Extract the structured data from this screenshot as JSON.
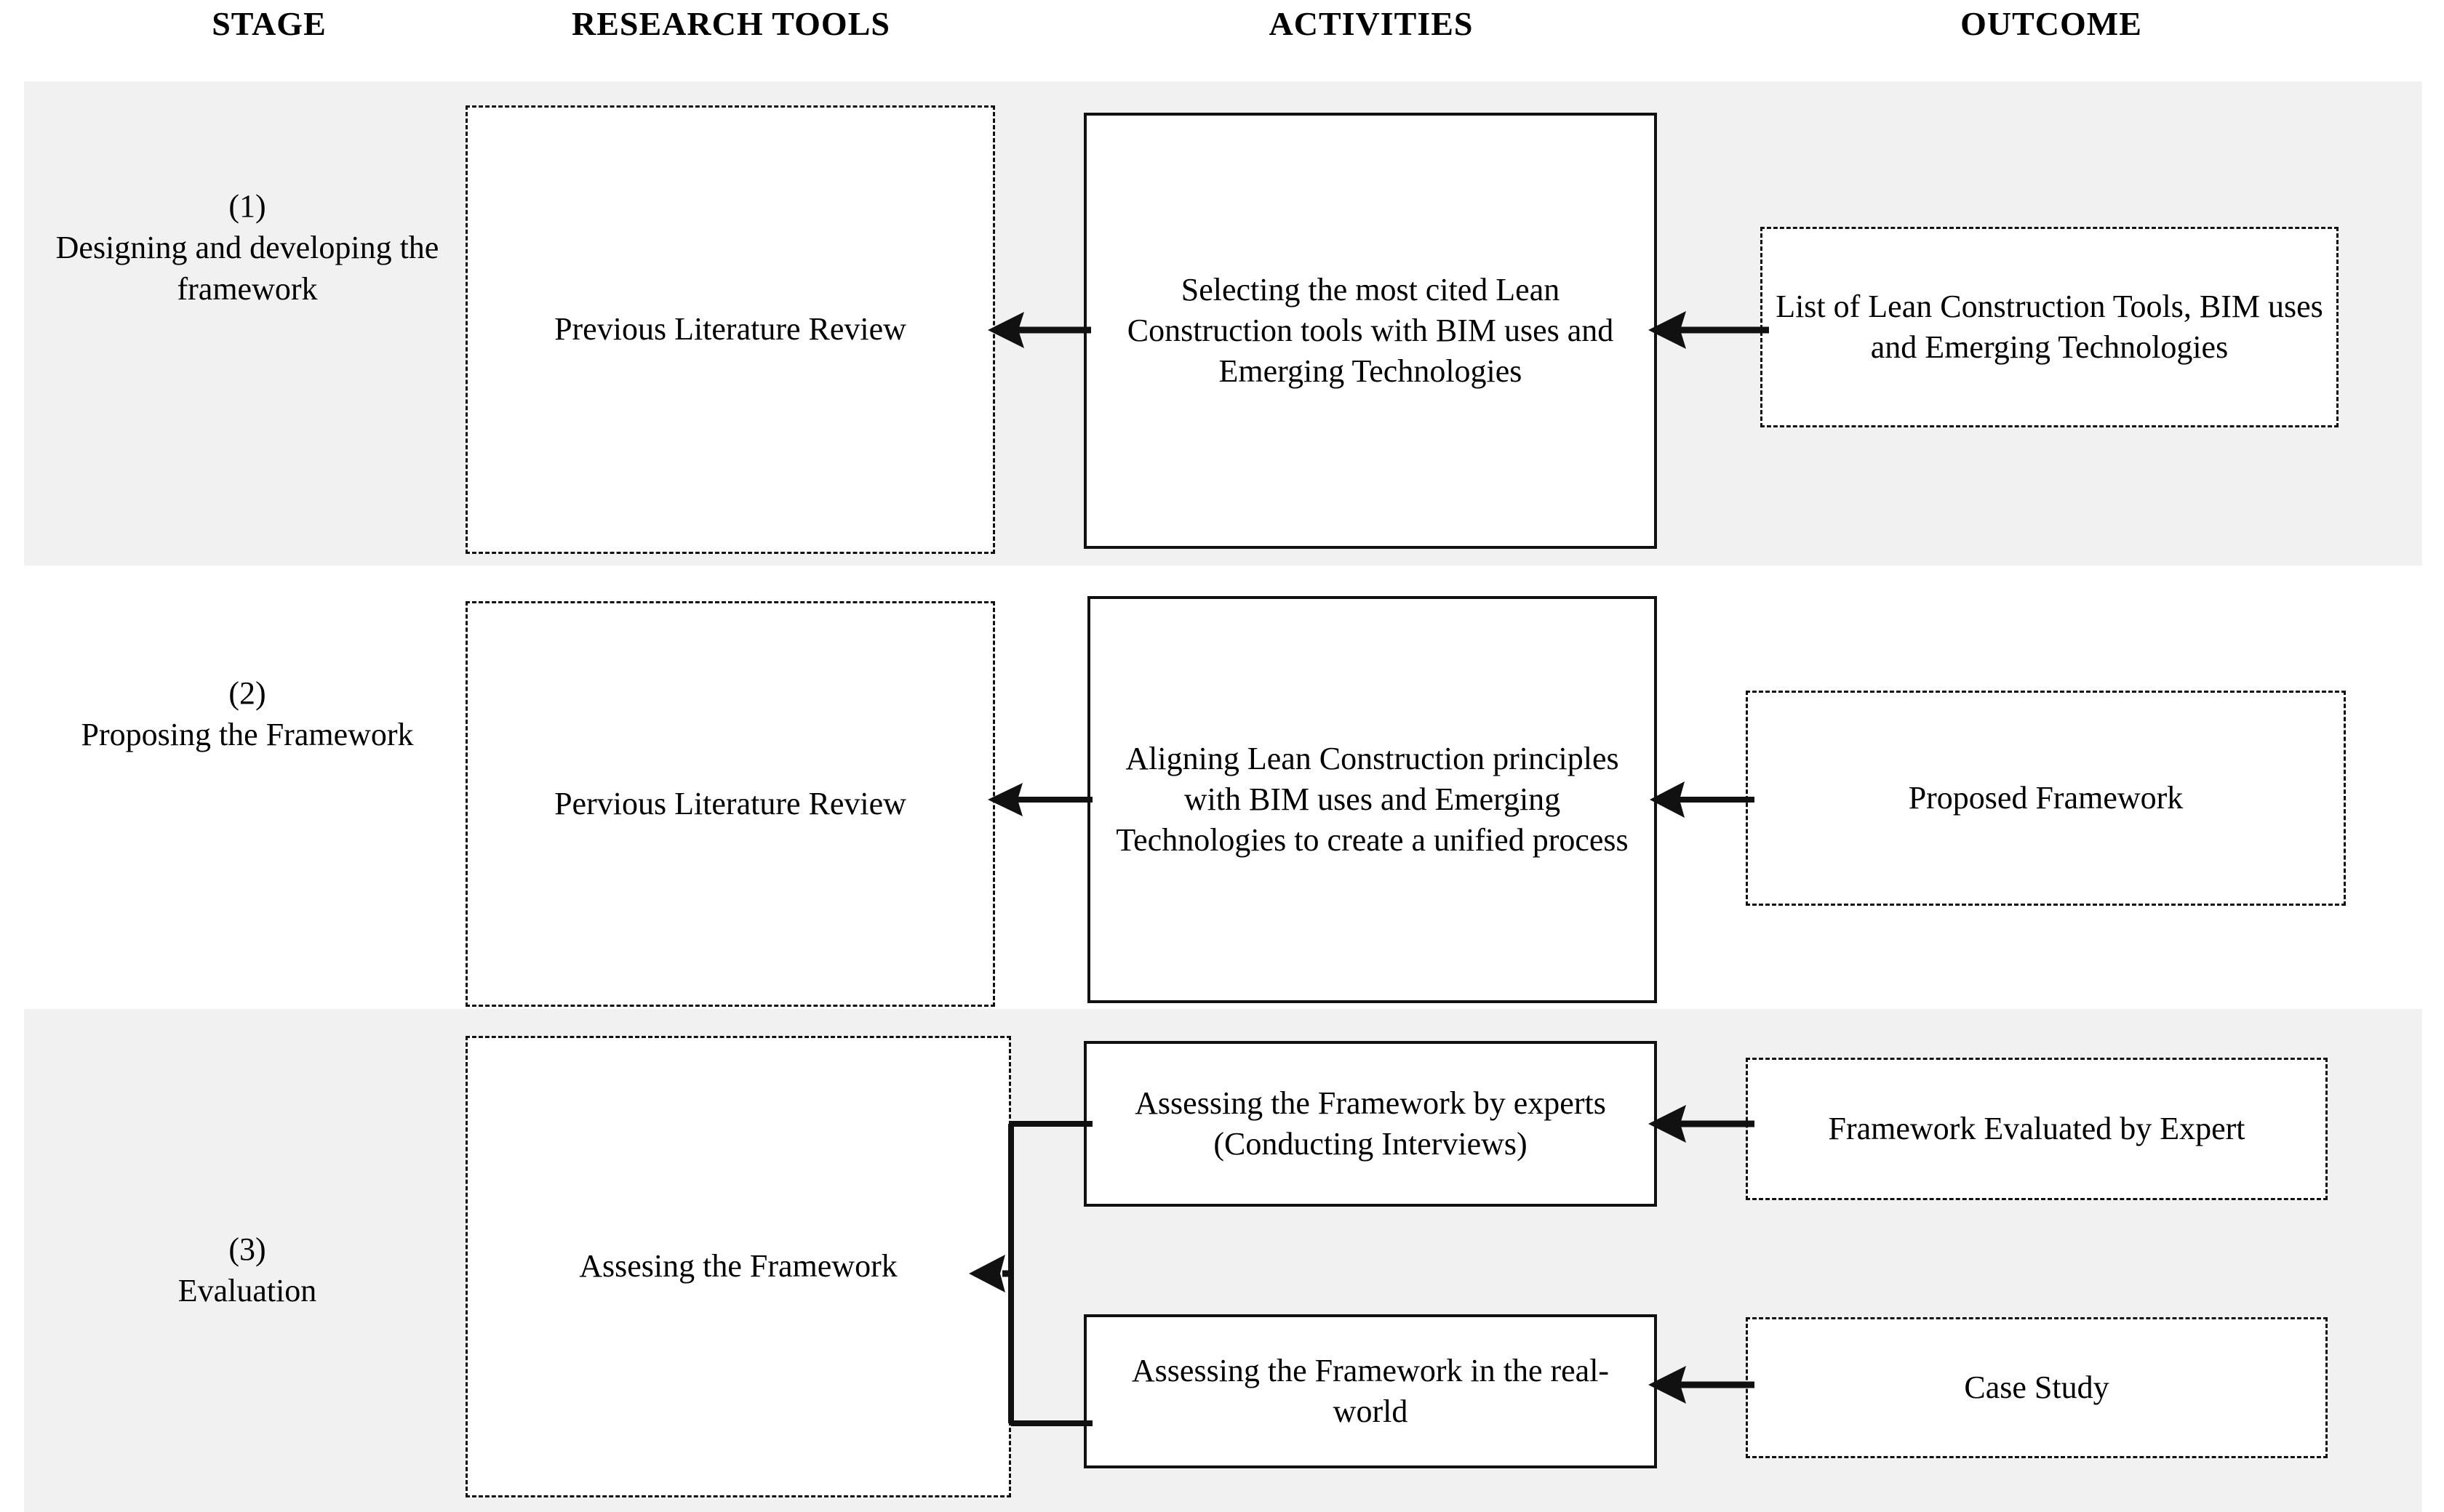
{
  "columns": {
    "stage": "STAGE",
    "research_tools": "RESEARCH TOOLS",
    "activities": "ACTIVITIES",
    "outcome": "OUTCOME"
  },
  "rows": [
    {
      "stage_number": "(1)",
      "stage_name": "Designing and developing the framework",
      "research_tool": "Previous Literature Review",
      "activities": [
        "Selecting the most cited Lean Construction tools with BIM uses and Emerging Technologies"
      ],
      "outcomes": [
        "List of Lean Construction Tools, BIM uses and Emerging Technologies"
      ],
      "shaded": true
    },
    {
      "stage_number": "(2)",
      "stage_name": "Proposing the Framework",
      "research_tool": "Pervious Literature Review",
      "activities": [
        "Aligning Lean Construction principles with BIM uses and Emerging Technologies to create a unified process"
      ],
      "outcomes": [
        "Proposed Framework"
      ],
      "shaded": false
    },
    {
      "stage_number": "(3)",
      "stage_name": "Evaluation",
      "research_tool": "Assesing the Framework",
      "activities": [
        "Assessing the Framework by experts (Conducting Interviews)",
        "Assessing the Framework in the real-world"
      ],
      "outcomes": [
        "Framework Evaluated by Expert",
        "Case Study"
      ],
      "shaded": true
    }
  ],
  "connectors": [
    {
      "from": "outcome-1",
      "to": "activities-1",
      "direction": "left"
    },
    {
      "from": "activities-1",
      "to": "research-tool-1",
      "direction": "left"
    },
    {
      "from": "outcome-2",
      "to": "activities-2",
      "direction": "left"
    },
    {
      "from": "activities-2",
      "to": "research-tool-2",
      "direction": "left"
    },
    {
      "from": "outcome-3a",
      "to": "activities-3a",
      "direction": "left"
    },
    {
      "from": "outcome-3b",
      "to": "activities-3b",
      "direction": "left"
    },
    {
      "from": "activities-3a+3b",
      "to": "research-tool-3",
      "direction": "left-merge"
    }
  ],
  "style": {
    "band_fill": "#f1f1f1",
    "line_color": "#111111",
    "box_fill": "#ffffff",
    "page_background": "#ffffff"
  }
}
